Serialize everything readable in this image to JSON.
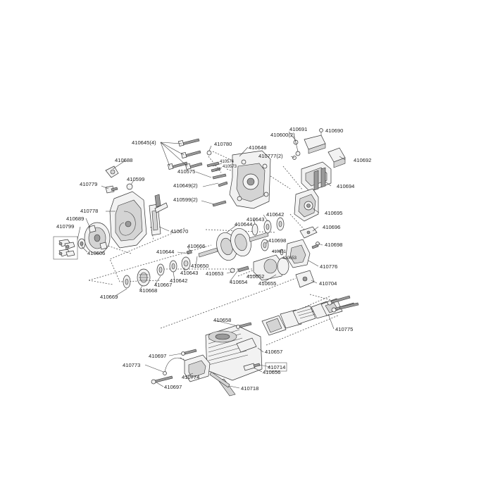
{
  "labels": {
    "p410645": "410645(4)",
    "p410780": "410780",
    "p410648": "410648",
    "p410691": "410691",
    "p410690": "410690",
    "p410600": "410600(2)",
    "p410777": "410777(2)",
    "p410692": "410692",
    "p410688": "410688",
    "p410574": "410574",
    "p410573": "410573",
    "p410575": "410575",
    "p410779": "410779",
    "p410599": "410599",
    "p410649": "410649(2)",
    "p410694": "410694",
    "p410599b": "410599(2)",
    "p410695": "410695",
    "p410778": "410778",
    "p410689": "410689",
    "p410799": "410799",
    "p410642a": "410642",
    "p410643a": "410643",
    "p410644a": "410644",
    "p410670": "410670",
    "p410696": "410696",
    "p410666": "410666",
    "p410698a": "410698",
    "p410698b": "410698",
    "p410606": "410606",
    "p410644b": "410644",
    "p410651": "410651",
    "p410653b": "410653",
    "p410650": "410650",
    "p410776": "410776",
    "p410643b": "410643",
    "p410653": "410653",
    "p410652": "410652",
    "p410642b": "410642",
    "p410667": "410667",
    "p410654": "410654",
    "p410655": "410655",
    "p410704": "410704",
    "p410668": "410668",
    "p410669": "410669",
    "p410658": "410658",
    "p410775": "410775",
    "p410657": "410657",
    "p410697a": "410697",
    "p410714": "410714",
    "p410773": "410773",
    "p410774": "410774",
    "p410656": "410656",
    "p410697b": "410697",
    "p410718": "410718"
  }
}
